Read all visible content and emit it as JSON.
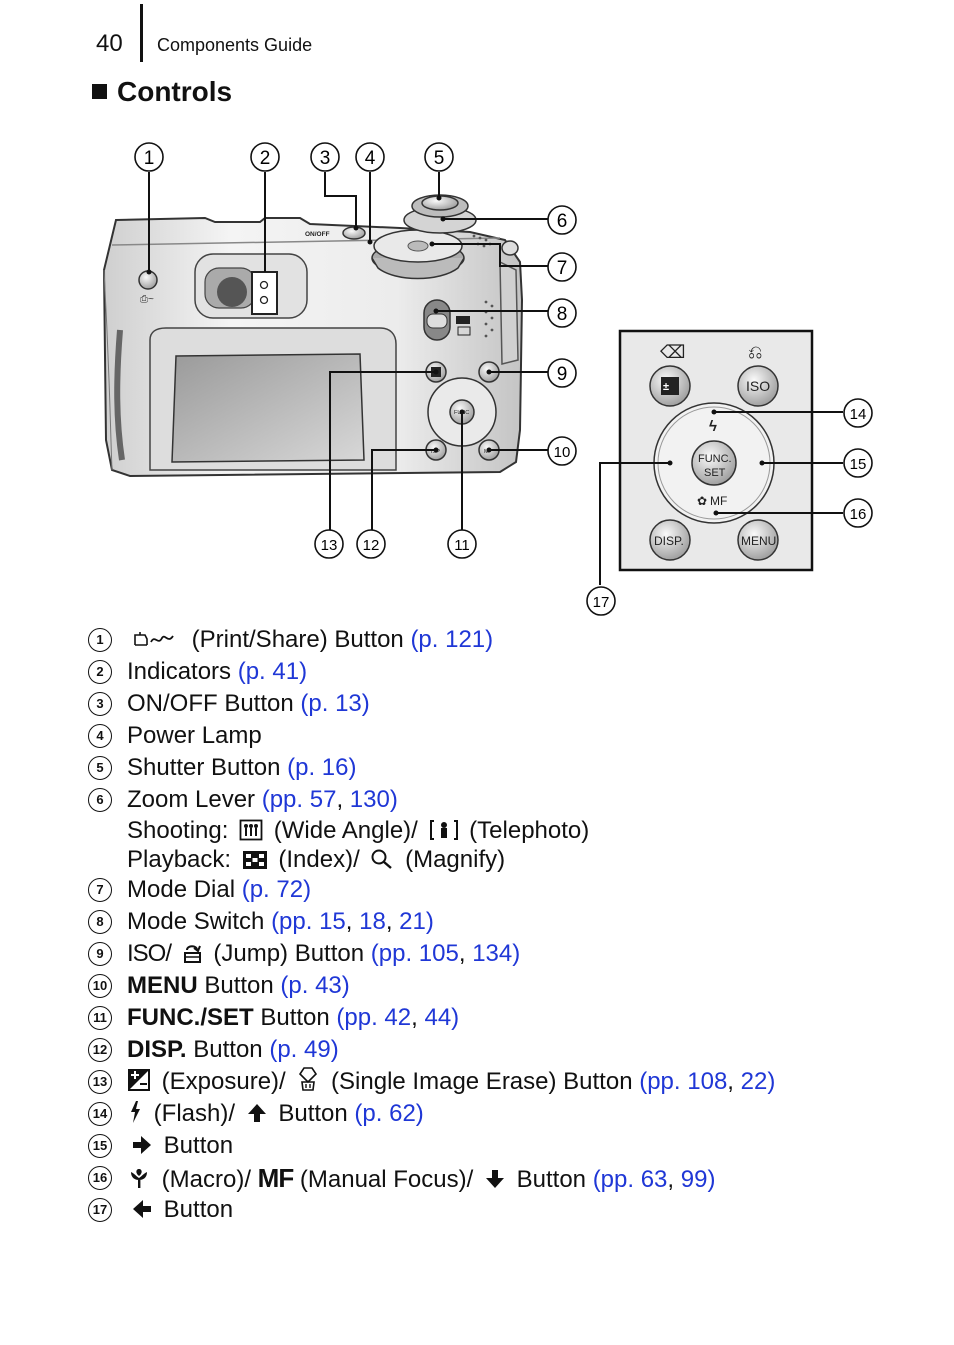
{
  "header": {
    "page_number": "40",
    "running_head": "Components Guide"
  },
  "section": {
    "title": "Controls"
  },
  "diagram": {
    "callouts": [
      "1",
      "2",
      "3",
      "4",
      "5",
      "6",
      "7",
      "8",
      "9",
      "10",
      "11",
      "12",
      "13",
      "14",
      "15",
      "16",
      "17"
    ],
    "camera": {
      "on_off_label": "ON/OFF"
    },
    "panel": {
      "func_label": "FUNC.",
      "set_label": "SET",
      "iso_label": "ISO",
      "disp_label": "DISP.",
      "menu_label": "MENU",
      "mf_label": "MF"
    }
  },
  "legend": {
    "items": [
      {
        "n": "1",
        "text": "(Print/Share) Button ",
        "link": "(p. 121)"
      },
      {
        "n": "2",
        "text": "Indicators ",
        "link": "(p. 41)"
      },
      {
        "n": "3",
        "text": "ON/OFF Button ",
        "link": "(p. 13)"
      },
      {
        "n": "4",
        "text": "Power Lamp"
      },
      {
        "n": "5",
        "text": "Shutter Button ",
        "link": "(p. 16)"
      },
      {
        "n": "6",
        "text": "Zoom Lever ",
        "link_a": "(pp. 57",
        "sep": ", ",
        "link_b": "130)",
        "shooting_label": "Shooting: ",
        "wide": "(Wide Angle)/ ",
        "tele": "(Telephoto)",
        "playback_label": "Playback: ",
        "index": "(Index)/ ",
        "magnify": "(Magnify)"
      },
      {
        "n": "7",
        "text": "Mode Dial ",
        "link": "(p. 72)"
      },
      {
        "n": "8",
        "text": "Mode Switch ",
        "link_a": "(pp. 15",
        "link_b": "18",
        "link_c": "21)",
        "sep": ", "
      },
      {
        "n": "9",
        "iso": "ISO",
        "slash": "/",
        "text": " (Jump) Button ",
        "link_a": "(pp. 105",
        "sep": ", ",
        "link_b": "134)"
      },
      {
        "n": "10",
        "bold": "MENU",
        "text": " Button ",
        "link": "(p. 43)"
      },
      {
        "n": "11",
        "bold": "FUNC./SET",
        "text": " Button ",
        "link_a": "(pp. 42",
        "sep": ", ",
        "link_b": "44)"
      },
      {
        "n": "12",
        "bold": "DISP.",
        "text": " Button ",
        "link": "(p. 49)"
      },
      {
        "n": "13",
        "text_a": " (Exposure)/ ",
        "text_b": " (Single Image Erase) Button ",
        "link_a": "(pp. 108",
        "sep": ", ",
        "link_b": "22)"
      },
      {
        "n": "14",
        "text_a": " (Flash)/ ",
        "text_b": " Button ",
        "link": "(p. 62)"
      },
      {
        "n": "15",
        "text": " Button"
      },
      {
        "n": "16",
        "text_a": " (Macro)/ ",
        "mf": "MF",
        "text_b": " (Manual Focus)/ ",
        "text_c": " Button ",
        "link_a": "(pp. 63",
        "sep": ", ",
        "link_b": "99)"
      },
      {
        "n": "17",
        "text": " Button"
      }
    ]
  }
}
